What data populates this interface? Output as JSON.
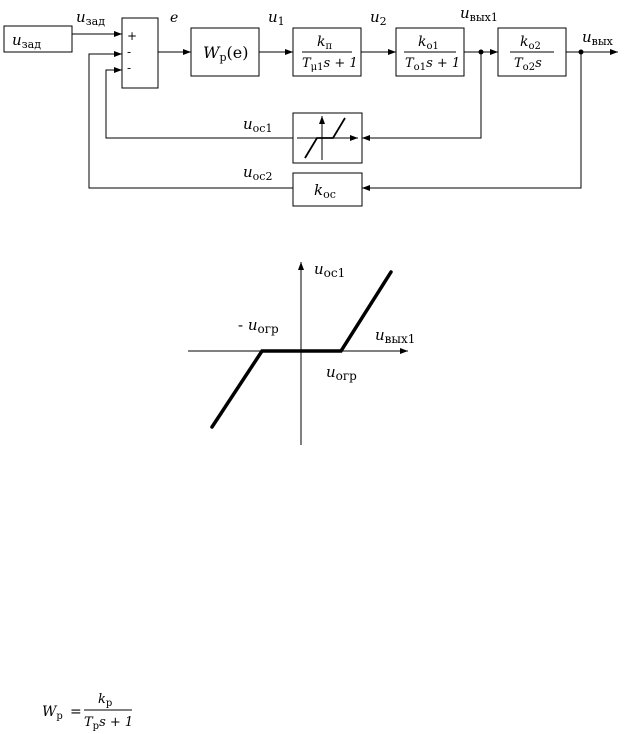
{
  "block_diagram": {
    "input_block": {
      "main": "u",
      "sub": "зад"
    },
    "input_signal": {
      "main": "u",
      "sub": "зад"
    },
    "summer_signs": [
      "+",
      "-",
      "-"
    ],
    "error_signal": "e",
    "controller": {
      "main": "W",
      "sub": "р",
      "arg": "(e)"
    },
    "u1": {
      "main": "u",
      "sub": "1"
    },
    "u2": {
      "main": "u",
      "sub": "2"
    },
    "converter": {
      "num_main": "k",
      "num_sub": "п",
      "den_main": "T",
      "den_sub": "μ1",
      "den_tail": "s + 1"
    },
    "plant1": {
      "num_main": "k",
      "num_sub": "о1",
      "den_main": "T",
      "den_sub": "о1",
      "den_tail": "s + 1"
    },
    "plant2": {
      "num_main": "k",
      "num_sub": "о2",
      "den_main": "T",
      "den_sub": "о2",
      "den_tail": "s"
    },
    "out1_signal": {
      "main": "u",
      "sub": "вых1"
    },
    "out_signal": {
      "main": "u",
      "sub": "вых"
    },
    "fb1_signal": {
      "main": "u",
      "sub": "ос1"
    },
    "fb2_signal": {
      "main": "u",
      "sub": "ос2"
    },
    "fb2_block": {
      "main": "k",
      "sub": "ос"
    }
  },
  "characteristic": {
    "y_label": {
      "main": "u",
      "sub": "ос1"
    },
    "x_label": {
      "main": "u",
      "sub": "вых1"
    },
    "neg_label": {
      "prefix": "- ",
      "main": "u",
      "sub": "огр"
    },
    "pos_label": {
      "main": "u",
      "sub": "огр"
    }
  },
  "formula": {
    "lhs_main": "W",
    "lhs_sub": "р",
    "eq": "=",
    "num_main": "k",
    "num_sub": "р",
    "den_main": "T",
    "den_sub": "р",
    "den_tail": "s + 1"
  }
}
